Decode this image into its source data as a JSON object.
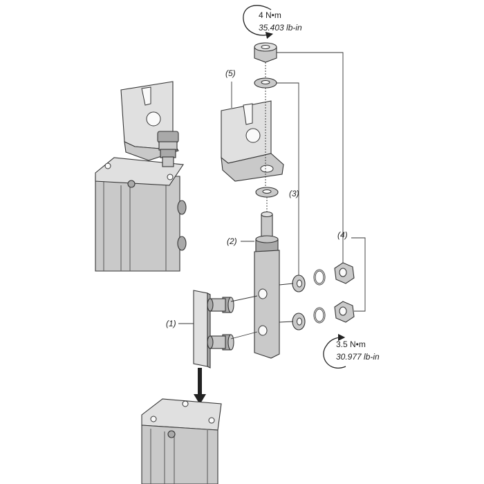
{
  "callouts": {
    "item1": "(1)",
    "item2": "(2)",
    "item3": "(3)",
    "item4": "(4)",
    "item5": "(5)"
  },
  "torque_top": {
    "metric": "4 N•m",
    "imperial": "35.403 lb-in"
  },
  "torque_bottom": {
    "metric": "3.5 N•m",
    "imperial": "30.977 lb-in"
  },
  "colors": {
    "metal": "#c9c9c9",
    "metal_dark": "#a9a9a9",
    "line": "#333333"
  }
}
